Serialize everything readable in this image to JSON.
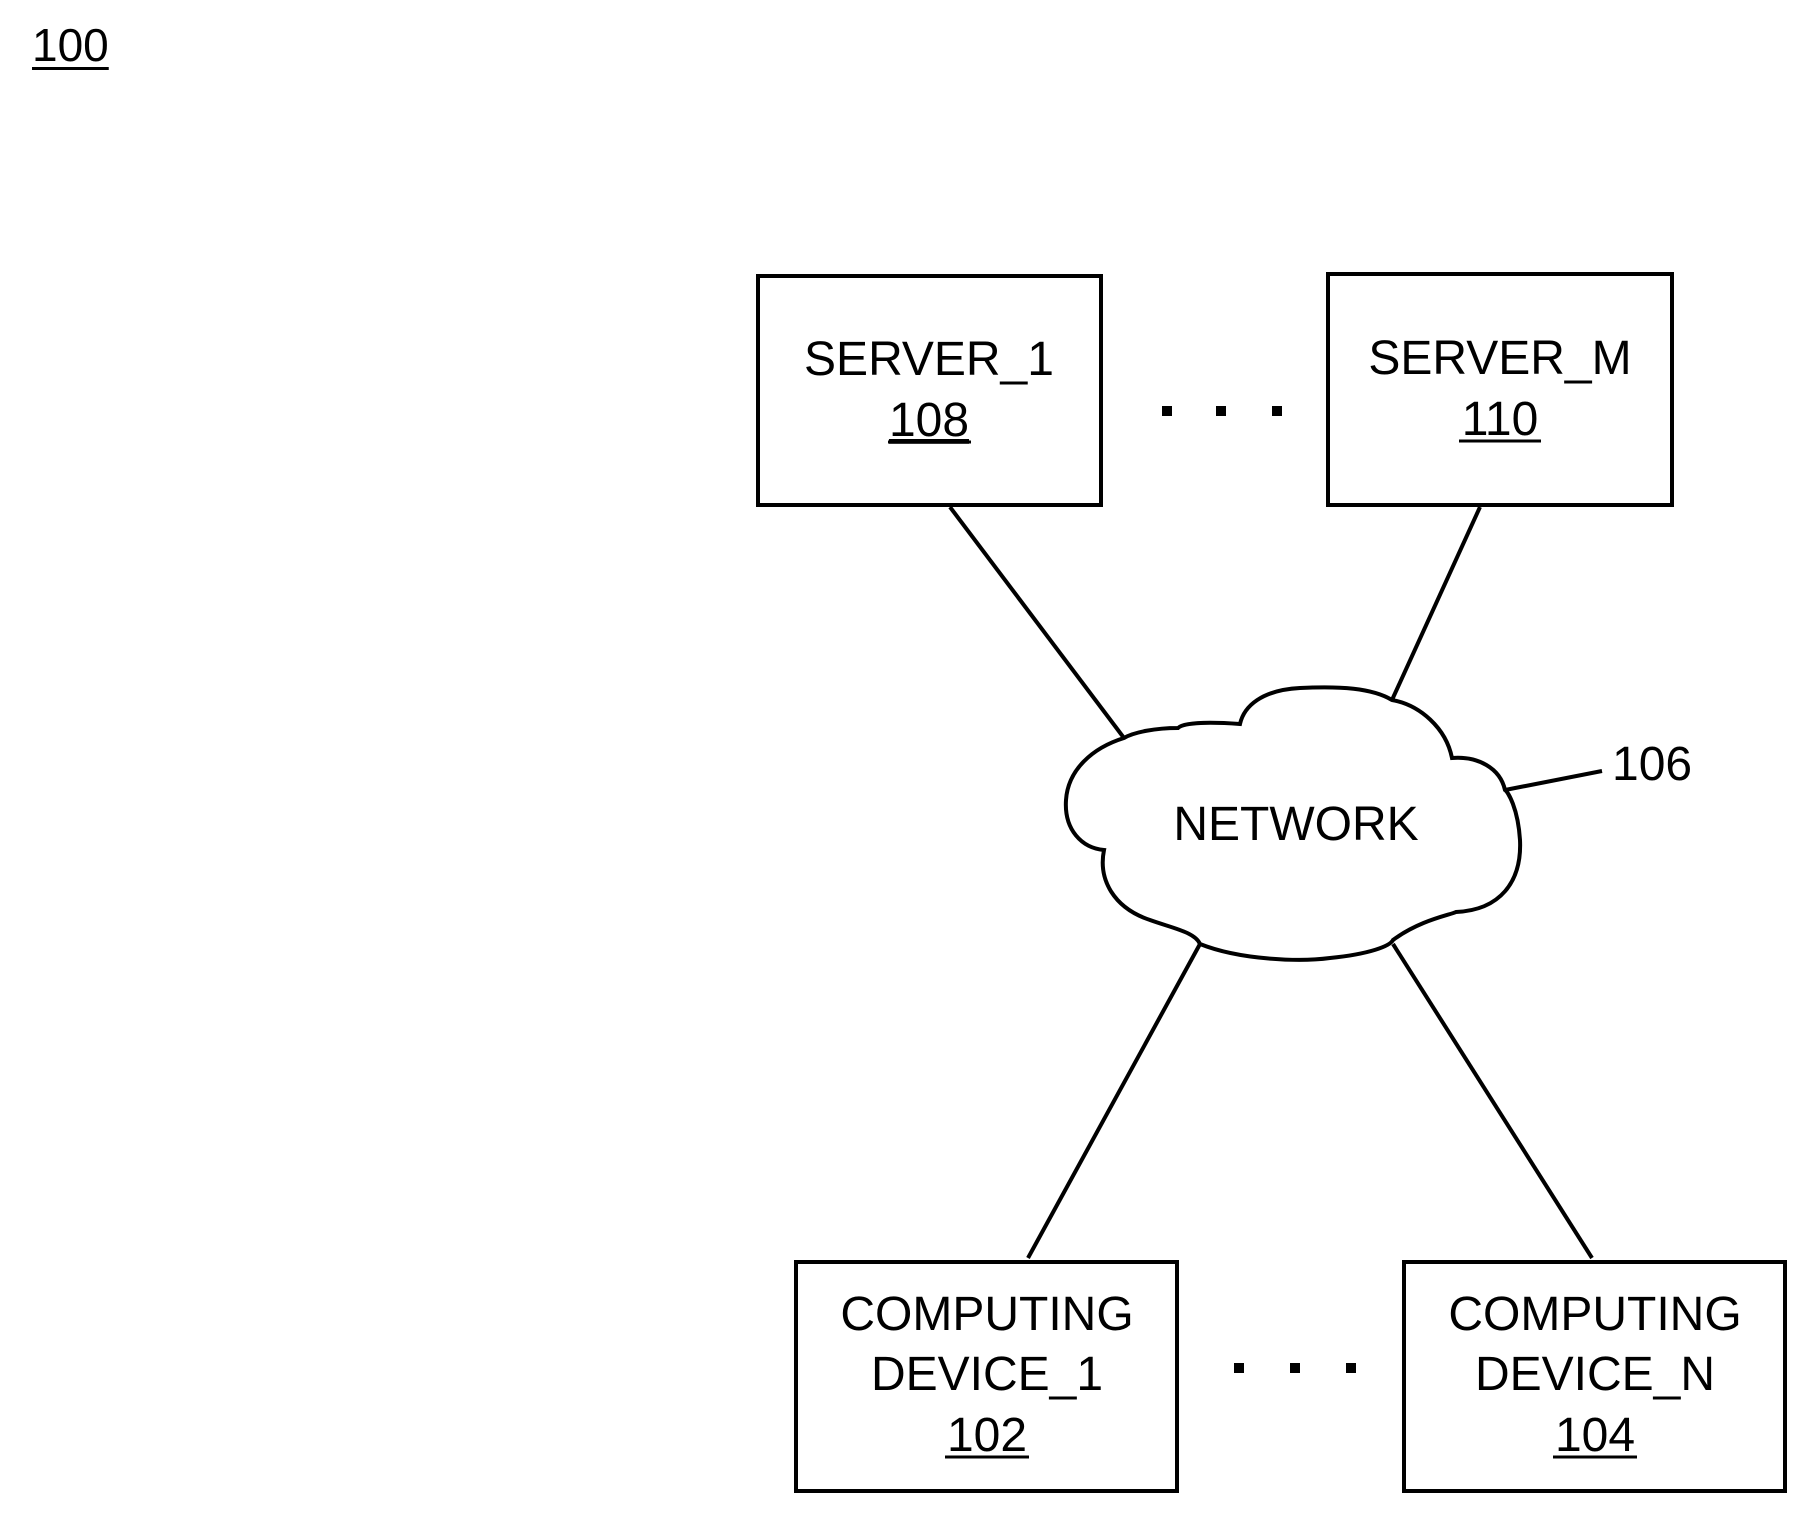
{
  "figure": {
    "label": "100"
  },
  "servers": [
    {
      "name": "SERVER_1",
      "ref": "108"
    },
    {
      "name": "SERVER_M",
      "ref": "110"
    }
  ],
  "network": {
    "label": "NETWORK",
    "ref": "106"
  },
  "devices": [
    {
      "name_line1": "COMPUTING",
      "name_line2": "DEVICE_1",
      "ref": "102"
    },
    {
      "name_line1": "COMPUTING",
      "name_line2": "DEVICE_N",
      "ref": "104"
    }
  ]
}
